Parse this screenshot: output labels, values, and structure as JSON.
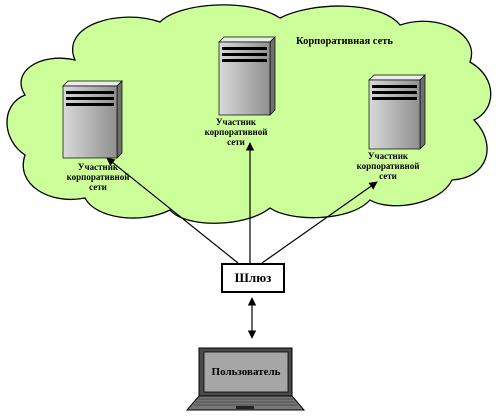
{
  "cloud": {
    "title": "Корпоративная сеть",
    "fill_color": "#ccff99"
  },
  "nodes": [
    {
      "id": "participant-left",
      "label_lines": [
        "Участник",
        "корпоративной",
        "сети"
      ],
      "icon": "server-icon"
    },
    {
      "id": "participant-center",
      "label_lines": [
        "Участник",
        "корпоративной",
        "сети"
      ],
      "icon": "server-icon"
    },
    {
      "id": "participant-right",
      "label_lines": [
        "Участник",
        "корпоративной",
        "сети"
      ],
      "icon": "server-icon"
    }
  ],
  "gateway": {
    "label": "Шлюз"
  },
  "user": {
    "label": "Пользователь",
    "icon": "laptop-icon"
  }
}
